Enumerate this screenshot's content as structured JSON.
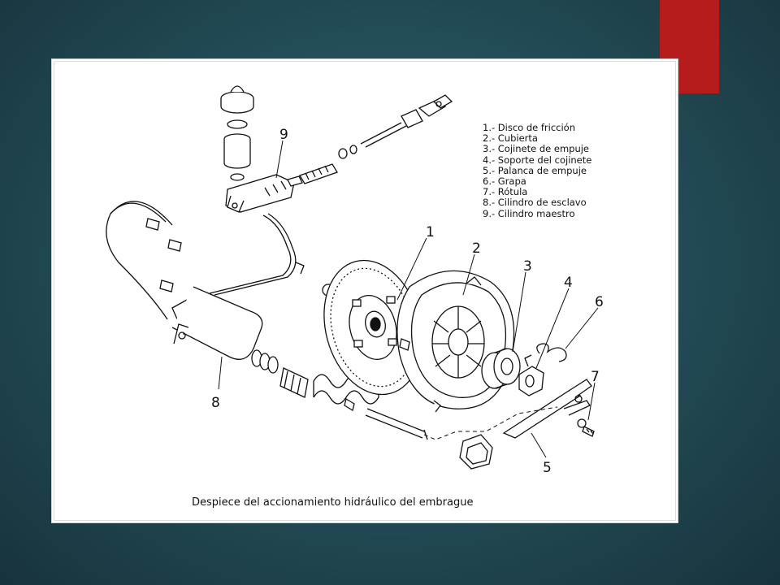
{
  "legend": {
    "items": [
      "1.- Disco de fricción",
      "2.- Cubierta",
      "3.- Cojinete de empuje",
      "4.- Soporte del cojinete",
      "5.- Palanca de empuje",
      "6.- Grapa",
      "7.- Rótula",
      "8.- Cilindro de esclavo",
      "9.- Cilindro maestro"
    ]
  },
  "callouts": {
    "n1": "1",
    "n2": "2",
    "n3": "3",
    "n4": "4",
    "n5": "5",
    "n6": "6",
    "n7": "7",
    "n8": "8",
    "n9": "9"
  },
  "caption": "Despiece del accionamiento hidráulico del embrague",
  "colors": {
    "accent": "#b71c1c",
    "background": "#244f59",
    "line": "#111111"
  }
}
